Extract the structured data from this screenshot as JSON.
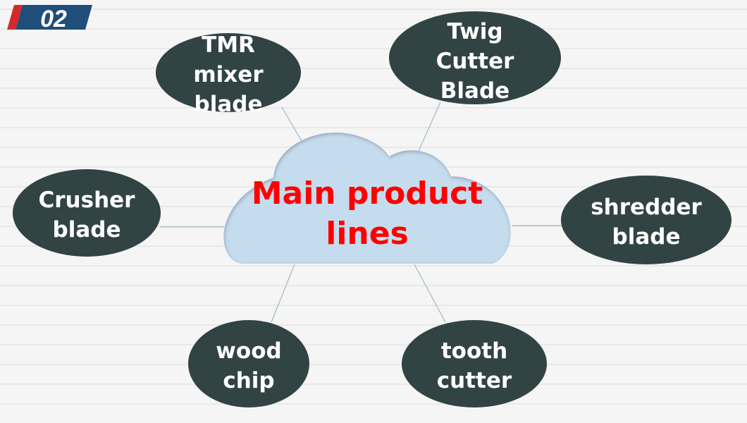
{
  "badge": {
    "number": "02"
  },
  "center": {
    "line1": "Main product",
    "line2": "lines"
  },
  "nodes": {
    "tmr": [
      "TMR",
      "mixer",
      "blade"
    ],
    "twig": [
      "Twig",
      "Cutter",
      "Blade"
    ],
    "crusher": [
      "Crusher",
      "blade"
    ],
    "shredder": [
      "shredder",
      "blade"
    ],
    "wood": [
      "wood",
      "chip"
    ],
    "tooth": [
      "tooth",
      "cutter"
    ]
  },
  "colors": {
    "node": "#324343",
    "cloud": "#c5dcef",
    "text_center": "#ff0000",
    "badge": "#1f4e7a",
    "badge_accent": "#d42a2a",
    "connector": "#9fb8c6"
  }
}
